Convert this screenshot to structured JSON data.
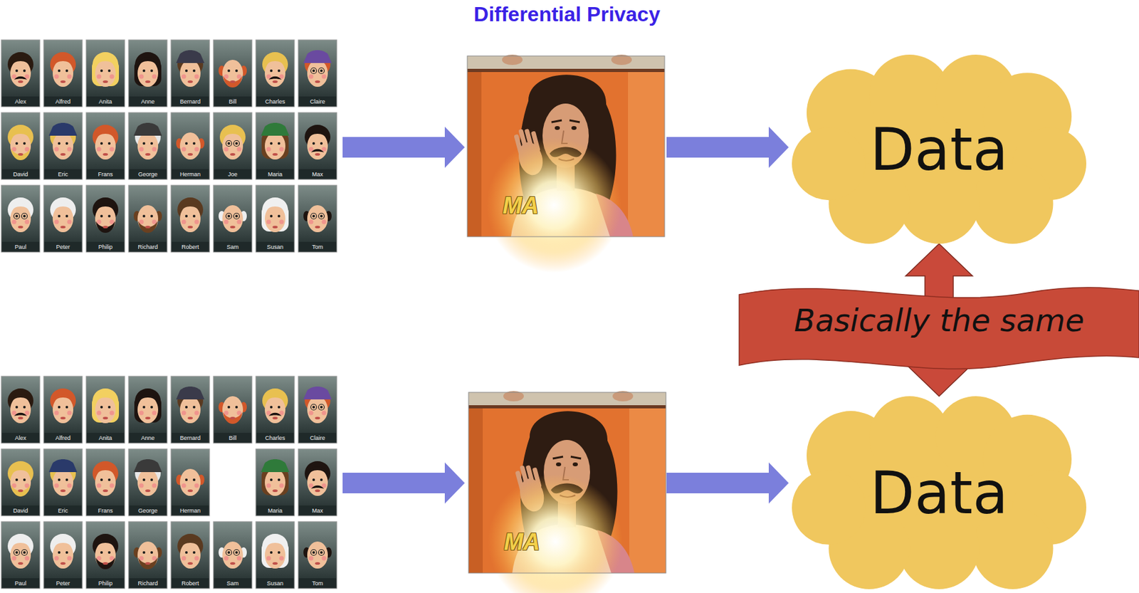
{
  "diagram": {
    "title": "Differential Privacy",
    "nodes": [
      {
        "text": [
          "Data"
        ]
      },
      {
        "text": [
          "Data"
        ]
      }
    ],
    "edges": [
      {
        "from": 0,
        "to": 1,
        "arrow": "both",
        "label": "Basically the same"
      }
    ],
    "labels": [
      "Alex",
      "Alfred",
      "Anita",
      "Anne",
      "Bernard",
      "Bill",
      "Charles",
      "Claire",
      "David",
      "Eric",
      "Frans",
      "George",
      "Herman",
      "Joe",
      "Maria",
      "Max",
      "Paul",
      "Peter",
      "Philip",
      "Richard",
      "Robert",
      "Sam",
      "Susan",
      "Tom",
      "MA",
      "Alex",
      "Alfred",
      "Anita",
      "Anne",
      "Bernard",
      "Bill",
      "Charles",
      "Claire",
      "David",
      "Eric",
      "Frans",
      "George",
      "Herman",
      "Maria",
      "Max",
      "Paul",
      "Peter",
      "Philip",
      "Richard",
      "Robert",
      "Sam",
      "Susan",
      "Tom",
      "MA"
    ]
  }
}
